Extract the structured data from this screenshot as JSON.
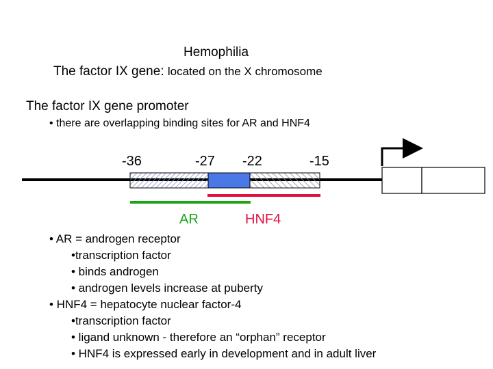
{
  "title": {
    "line1": "Hemophilia",
    "line2_prefix": "The factor IX gene:",
    "line2_suffix": "located on the X chromosome"
  },
  "promoter": {
    "heading": "The factor IX gene promoter",
    "subpoint": "• there are overlapping binding sites for AR and HNF4"
  },
  "diagram": {
    "positions": [
      "-36",
      "-27",
      "-22",
      "-15"
    ],
    "ar_label": "AR",
    "hnf4_label": "HNF4",
    "colors": {
      "ar": "#1aa51a",
      "hnf4": "#e0113f",
      "box_fill": "#4a78e6",
      "hatch": "#8896c8"
    }
  },
  "bullets": [
    {
      "level": 0,
      "text": "• AR = androgen receptor"
    },
    {
      "level": 1,
      "text": "•transcription factor"
    },
    {
      "level": 1,
      "text": "• binds androgen"
    },
    {
      "level": 1,
      "text": "• androgen levels increase at puberty"
    },
    {
      "level": 0,
      "text": "• HNF4 = hepatocyte nuclear factor-4"
    },
    {
      "level": 1,
      "text": "•transcription factor"
    },
    {
      "level": 1,
      "text": "• ligand unknown - therefore an “orphan” receptor"
    },
    {
      "level": 1,
      "text": "• HNF4 is expressed early in development and in adult liver"
    }
  ]
}
